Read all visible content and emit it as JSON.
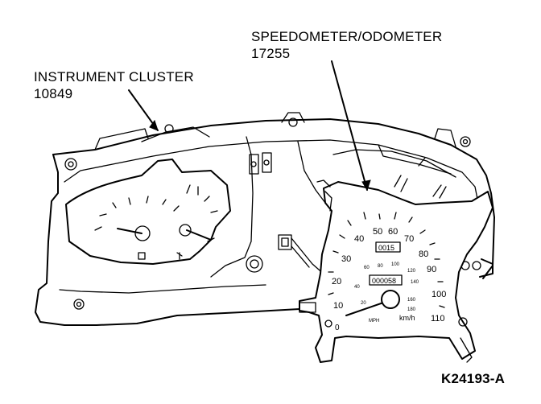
{
  "callouts": {
    "instrument_cluster": {
      "name": "INSTRUMENT CLUSTER",
      "part_number": "10849"
    },
    "speedometer_odometer": {
      "name": "SPEEDOMETER/ODOMETER",
      "part_number": "17255"
    }
  },
  "figure_id": "K24193-A",
  "speedometer": {
    "mph_scale": [
      "0",
      "10",
      "20",
      "30",
      "40",
      "50",
      "60",
      "70",
      "80",
      "90",
      "100",
      "110"
    ],
    "kmh_scale": [
      "20",
      "40",
      "60",
      "80",
      "100",
      "120",
      "140",
      "160",
      "180"
    ],
    "unit_mph": "MPH",
    "unit_kmh": "km/h",
    "trip_reading": "0015",
    "odometer_reading": "000058"
  }
}
